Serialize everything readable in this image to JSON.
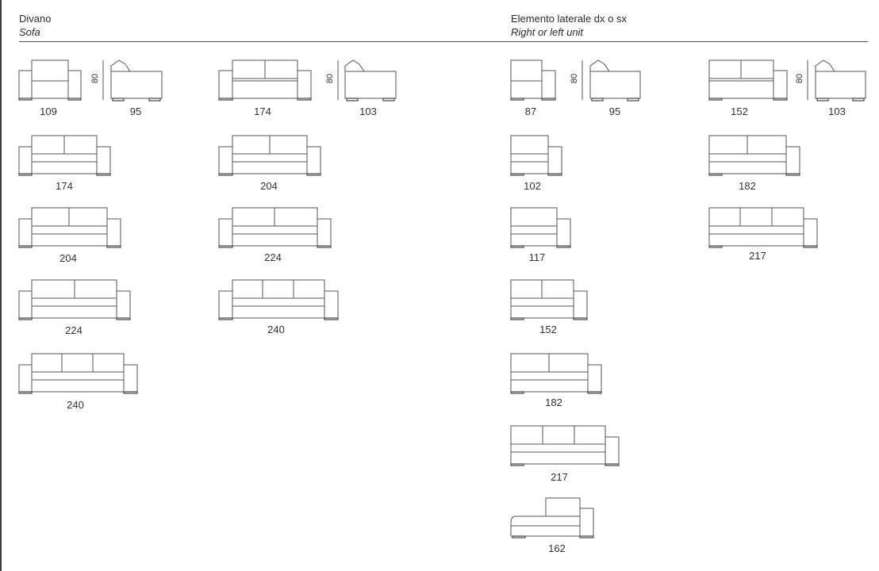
{
  "sections": {
    "sofa": {
      "title": "Divano",
      "subtitle": "Sofa"
    },
    "side_unit": {
      "title": "Elemento laterale dx o sx",
      "subtitle": "Right or left unit"
    }
  },
  "height_label": "80",
  "sofa_models": {
    "m109": "109",
    "m109_side": "95",
    "m174a": "174",
    "m174a_side": "103",
    "m174": "174",
    "m204a": "204",
    "m204": "204",
    "m224a": "224",
    "m224": "224",
    "m240a": "240",
    "m240": "240"
  },
  "side_models": {
    "s87": "87",
    "s87_side": "95",
    "s152a": "152",
    "s152a_side": "103",
    "s102": "102",
    "s182a": "182",
    "s117": "117",
    "s217a": "217",
    "s152": "152",
    "s182": "182",
    "s217": "217",
    "s162": "162"
  },
  "colors": {
    "line": "#555555",
    "text": "#333333"
  }
}
